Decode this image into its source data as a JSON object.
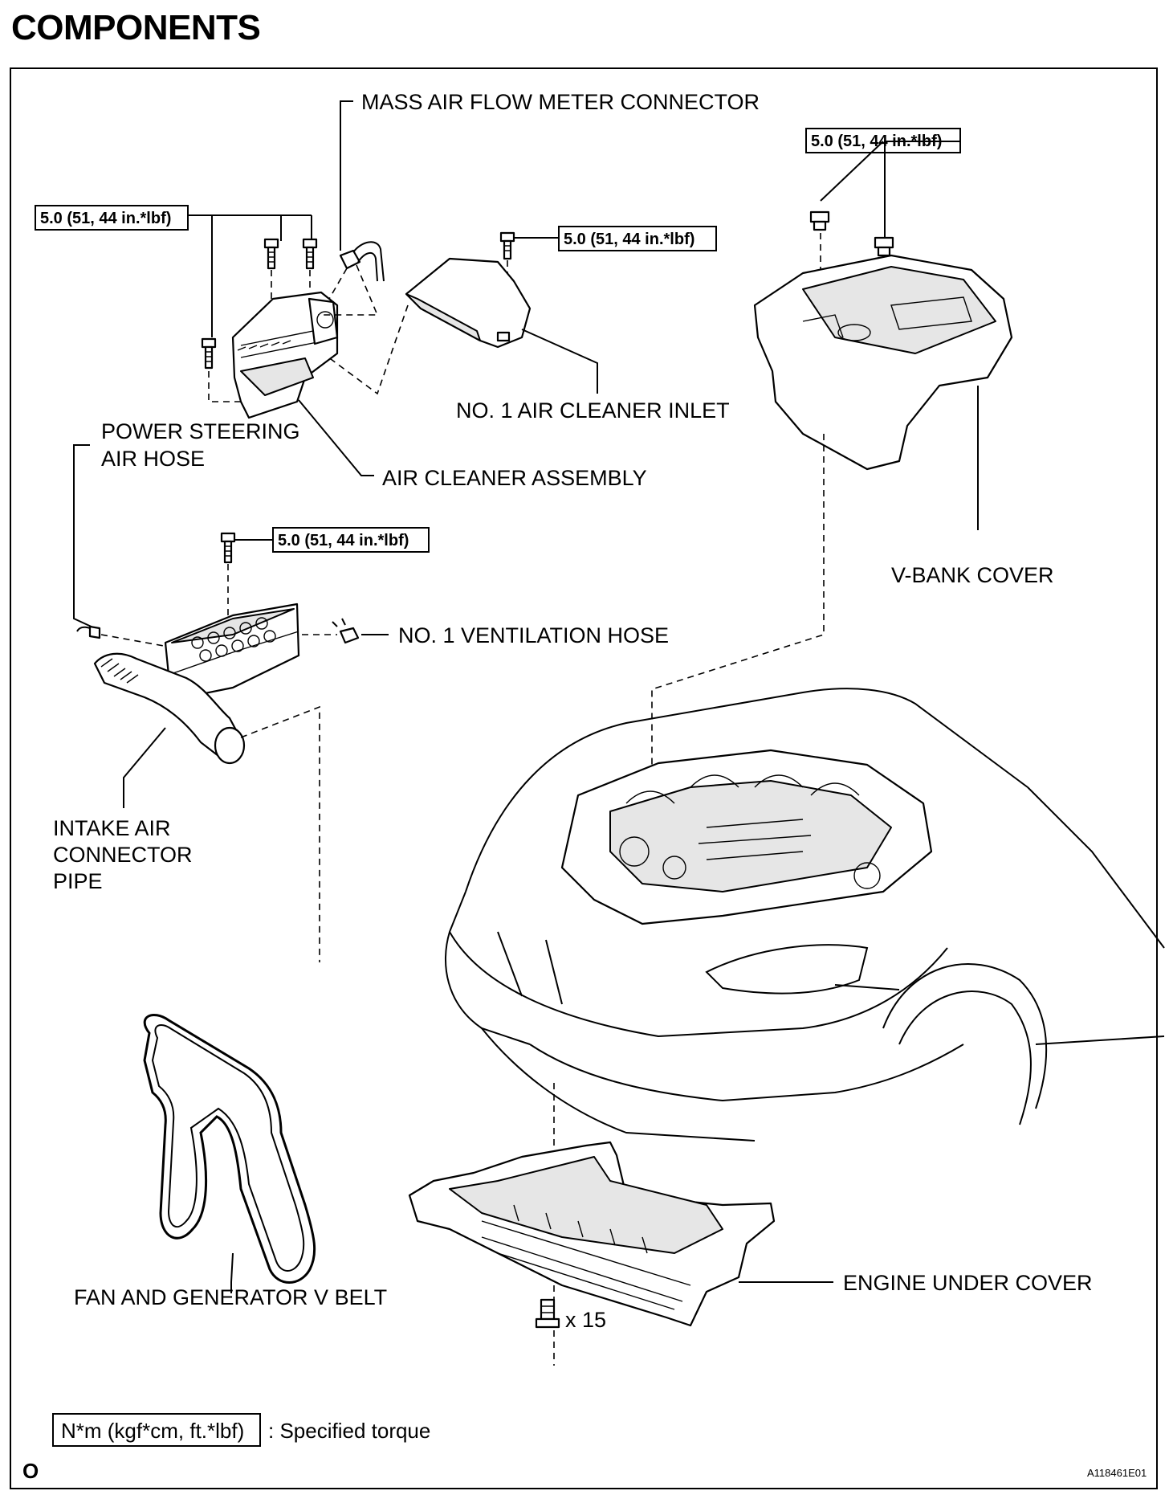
{
  "title": "COMPONENTS",
  "labels": {
    "maf_connector": "MASS AIR FLOW METER CONNECTOR",
    "air_cleaner_inlet": "NO. 1 AIR CLEANER INLET",
    "ps_air_hose_1": "POWER STEERING",
    "ps_air_hose_2": "AIR HOSE",
    "air_cleaner_assembly": "AIR CLEANER ASSEMBLY",
    "ventilation_hose": "NO. 1 VENTILATION HOSE",
    "v_bank_cover": "V-BANK COVER",
    "intake_pipe_1": "INTAKE AIR",
    "intake_pipe_2": "CONNECTOR",
    "intake_pipe_3": "PIPE",
    "v_belt": "FAN AND GENERATOR V BELT",
    "engine_under_cover": "ENGINE UNDER COVER",
    "bolt_count": "x 15"
  },
  "torques": {
    "air_cleaner_bolts": "5.0 (51, 44 in.*lbf)",
    "inlet_bolt": "5.0 (51, 44 in.*lbf)",
    "v_bank_nuts": "5.0 (51, 44 in.*lbf)",
    "hose_bracket_bolt": "5.0 (51, 44 in.*lbf)"
  },
  "legend": {
    "unit": "N*m (kgf*cm, ft.*lbf)",
    "description": ": Specified torque"
  },
  "footer": {
    "page_mark": "O",
    "figure_id": "A118461E01"
  }
}
